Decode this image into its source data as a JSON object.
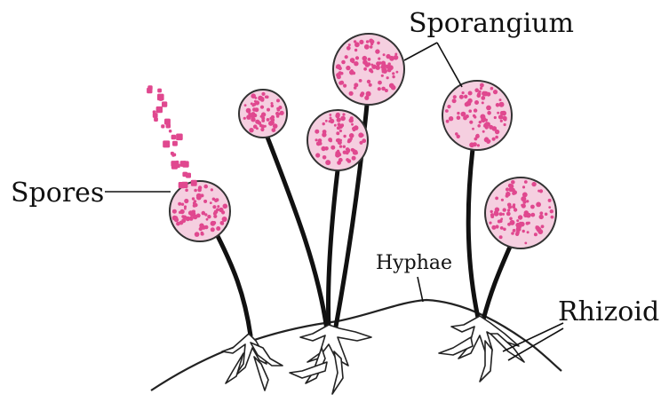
{
  "labels": {
    "sporangium": "Sporangium",
    "spores": "Spores",
    "hyphae": "Hyphae",
    "rhizoid": "Rhizoid"
  },
  "colors": {
    "sporangium_fill": "#f5cfe0",
    "spore_dot": "#e0488f",
    "stalk": "#111111",
    "rhizoid_fill": "#ffffff",
    "outline": "#222222"
  }
}
